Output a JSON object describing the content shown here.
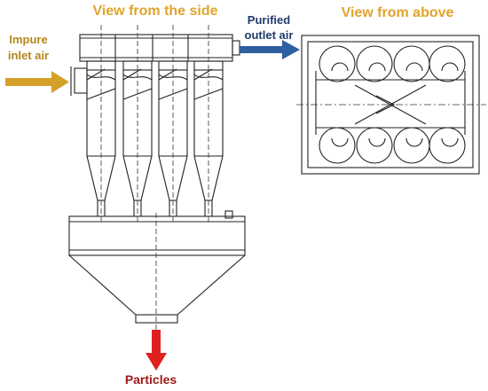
{
  "labels": {
    "view_side": "View from the side",
    "view_above": "View from above",
    "inlet_line1": "Impure",
    "inlet_line2": "inlet air",
    "outlet_line1": "Purified",
    "outlet_line2": "outlet air",
    "particles": "Particles"
  },
  "colors": {
    "title": "#e0a42a",
    "inlet_arrow": "#d4a02a",
    "outlet_arrow": "#2e5f9e",
    "particles_arrow": "#e02020",
    "particles_text": "#a01818",
    "outline": "#222222"
  }
}
